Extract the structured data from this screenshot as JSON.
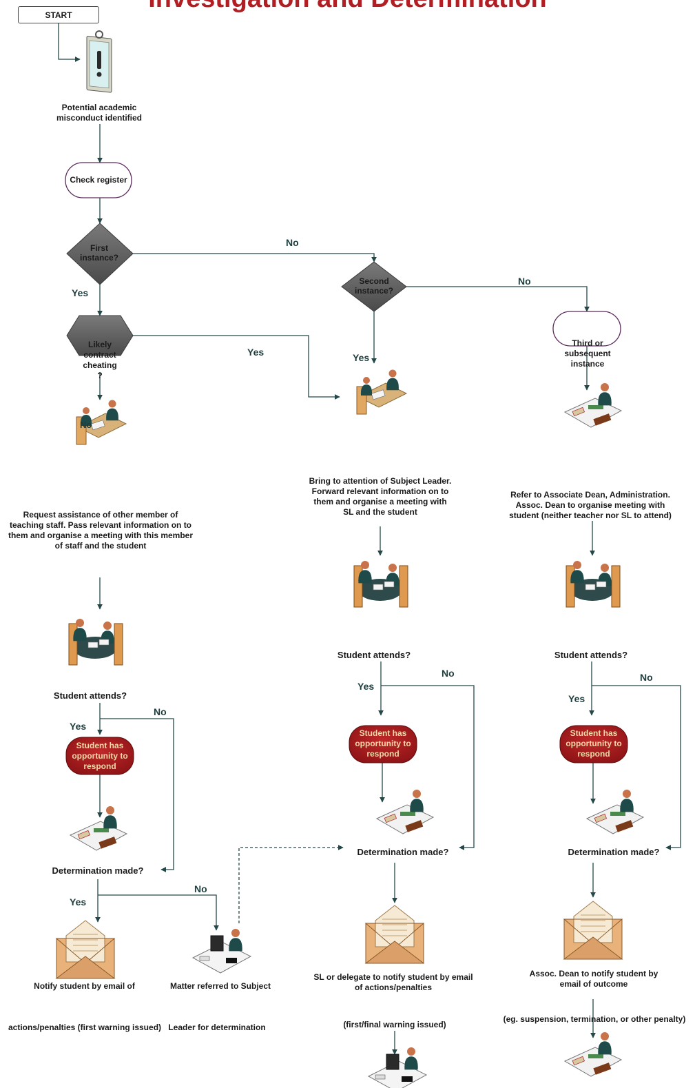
{
  "title": "Investigation and Determination",
  "nodes": {
    "start": "START",
    "potential": [
      "Potential academic",
      "misconduct identified"
    ],
    "check_register": "Check register",
    "first_instance": [
      "First",
      "instance?"
    ],
    "second_instance": [
      "Second",
      "instance?"
    ],
    "likely_contract": [
      "Likely",
      "contract",
      "cheating",
      "?"
    ],
    "third_instance": [
      "Third or",
      "subsequent",
      "instance"
    ],
    "request_assistance": [
      "Request assistance of other member of",
      "teaching staff. Pass relevant information on to",
      "them and organise a meeting with this member",
      "of staff and the student"
    ],
    "bring_attention": [
      "Bring to attention of Subject Leader.",
      "Forward relevant information on to",
      "them and organise a meeting with",
      "SL and the student"
    ],
    "refer_assoc": [
      "Refer to Associate Dean, Administration.",
      "Assoc. Dean to organise meeting with",
      "student (neither teacher nor SL to attend)"
    ],
    "student_attends": "Student attends?",
    "opportunity": [
      "Student has",
      "opportunity to",
      "respond"
    ],
    "determination": "Determination made?",
    "notify_first": "Notify student by email of",
    "notify_first_2": "actions/penalties (first warning issued)",
    "matter_referred": "Matter referred to Subject",
    "matter_referred_2": "Leader for determination",
    "sl_notify": [
      "SL or delegate to notify student by email",
      "of actions/penalties"
    ],
    "sl_notify_2": "(first/final warning issued)",
    "assoc_notify": [
      "Assoc. Dean to notify student by",
      "email of outcome"
    ],
    "assoc_notify_2": "(eg. suspension, termination, or other penalty)"
  },
  "edge_labels": {
    "yes": "Yes",
    "no": "No"
  },
  "colors": {
    "title": "#b11f24",
    "diamond": "#5c5c5c",
    "red_pill": "#a8191b",
    "line": "#244848"
  }
}
